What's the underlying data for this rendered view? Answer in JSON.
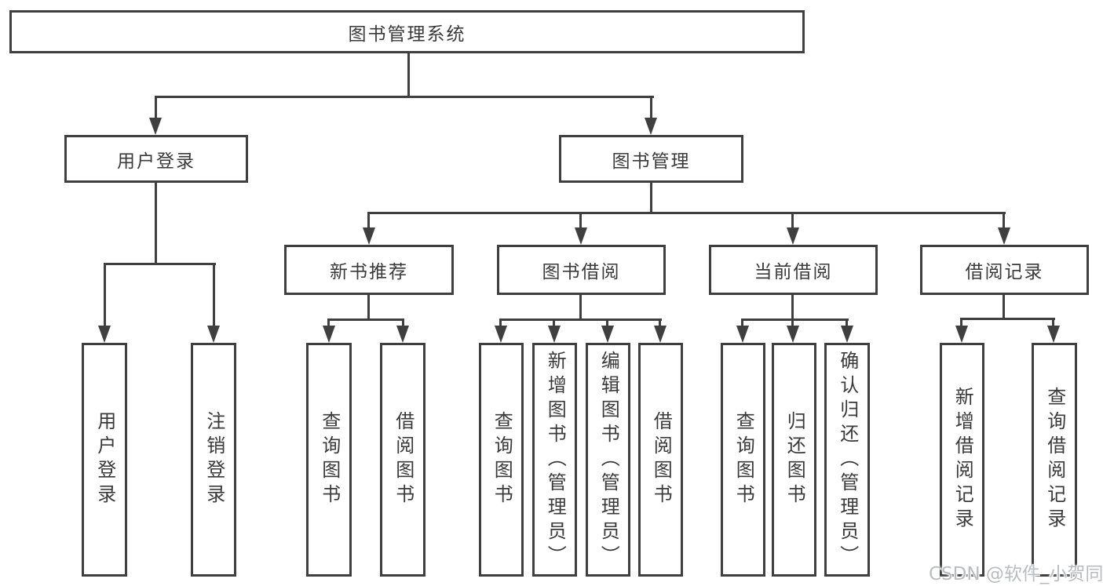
{
  "diagram": {
    "root": {
      "label": "图书管理系统"
    },
    "branches": [
      {
        "label": "用户登录",
        "children": [
          {
            "label": "用户登录"
          },
          {
            "label": "注销登录"
          }
        ]
      },
      {
        "label": "图书管理",
        "children": [
          {
            "label": "新书推荐",
            "children": [
              {
                "label": "查询图书"
              },
              {
                "label": "借阅图书"
              }
            ]
          },
          {
            "label": "图书借阅",
            "children": [
              {
                "label": "查询图书"
              },
              {
                "label": "新增图书（管理员）"
              },
              {
                "label": "编辑图书（管理员）"
              },
              {
                "label": "借阅图书"
              }
            ]
          },
          {
            "label": "当前借阅",
            "children": [
              {
                "label": "查询图书"
              },
              {
                "label": "归还图书"
              },
              {
                "label": "确认归还（管理员）"
              }
            ]
          },
          {
            "label": "借阅记录",
            "children": [
              {
                "label": "新增借阅记录"
              },
              {
                "label": "查询借阅记录"
              }
            ]
          }
        ]
      }
    ]
  },
  "watermark": {
    "text": "CSDN @软件_小贺同学"
  },
  "colors": {
    "line": "#3f3f3f",
    "text": "#3a3a3a",
    "boxbg": "#ffffff",
    "bg": "#ffffff",
    "watermark": "#b9bdc1"
  }
}
